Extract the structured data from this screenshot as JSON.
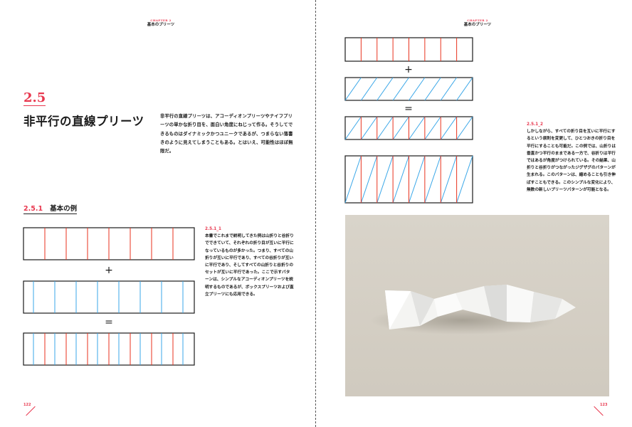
{
  "colors": {
    "accent": "#e8384f",
    "mountain_fold": "#e8321e",
    "valley_fold": "#3aa7e8",
    "outline": "#1a1a1a",
    "photo_bg": "#d8d2c8"
  },
  "left_page": {
    "running_head": {
      "chapter": "CHAPTER 2",
      "title": "基本のプリーツ"
    },
    "section_number": "2.5",
    "section_title": "非平行の直線プリーツ",
    "intro": "非平行の直線プリーツは、アコーディオンプリーツやナイフプリーツの単かな折り目を、面白い角度にねじって作る。そうしてできるものはダイナミックかつユニークであるが、つまらない落書きのように見えてしまうこともある。とはいえ、可能性はほぼ無限だ。",
    "subsection": {
      "number": "2.5.1",
      "title": "基本の例"
    },
    "operators": {
      "plus": "+",
      "equals": "="
    },
    "note": {
      "caption": "2.5.1_1",
      "text": "本書でこれまで説明してきた例は山折りと谷折りでできていて、それぞれの折り目が互いに平行になっているものが多かった。つまり、すべての山折りが互いに平行であり、すべての谷折りが互いに平行であり、そしてすべての山折りと谷折りのセットが互いに平行であった。ここで示すパターンは、シンプルなアコーディオンプリーツを説明するものであるが、ボックスプリーツおよび直立プリーツにも応用できる。"
    },
    "page_number": "122"
  },
  "right_page": {
    "running_head": {
      "chapter": "CHAPTER 2",
      "title": "基本のプリーツ"
    },
    "operators": {
      "plus": "+",
      "equals": "="
    },
    "note": {
      "caption": "2.5.1_2",
      "text": "しかしながら、すべての折り目を互いに平行にするという原則を変更して、ひとつおきの折り目を平行にすることも可能だ。この例では、山折りは垂直かつ平行のままである一方で、谷折りは平行ではあるが角度がつけられている。その結果、山折りと谷折りがつながったジグザグのパターンが生まれる。このパターンは、縮めることも引き伸ばすこともできる。このシンプルな変化により、無数の新しいプリーツパターンが可能となる。"
    },
    "page_number": "123"
  }
}
